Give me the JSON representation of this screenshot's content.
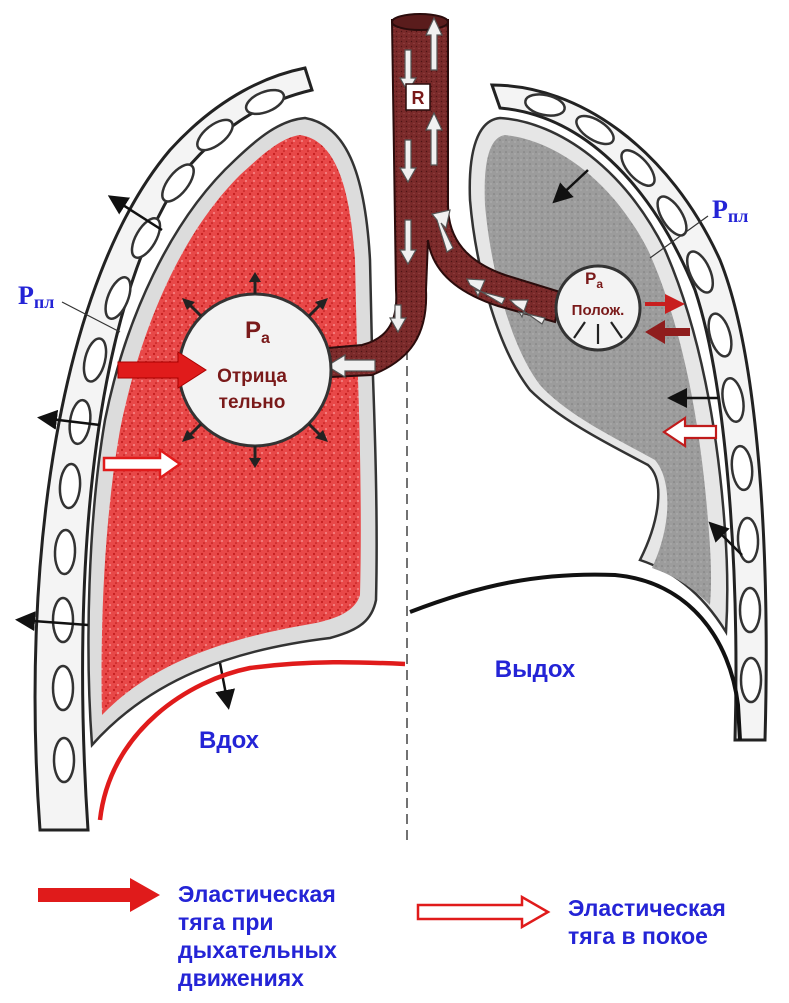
{
  "labels": {
    "pleural_pressure_left": "Р",
    "pleural_pressure_left_sub": "пл",
    "pleural_pressure_right": "Р",
    "pleural_pressure_right_sub": "пл",
    "alveolar_pressure_left": "Р",
    "alveolar_pressure_left_sub": "a",
    "alveolar_negative_line1": "Отрица",
    "alveolar_negative_line2": "тельно",
    "alveolar_pressure_right": "Р",
    "alveolar_pressure_right_sub": "a",
    "alveolar_positive": "Полож.",
    "airway_resistance": "R",
    "inhale": "Вдох",
    "exhale": "Выдох"
  },
  "legend": {
    "solid_arrow_line1": "Эластическая",
    "solid_arrow_line2": "тяга при",
    "solid_arrow_line3": "дыхательных",
    "solid_arrow_line4": "движениях",
    "hollow_arrow_line1": "Эластическая",
    "hollow_arrow_line2": "тяга в покое"
  },
  "colors": {
    "inhale_lung": "#e23a3a",
    "exhale_lung": "#9a9a9a",
    "airway": "#6e2424",
    "label_blue": "#2424d6",
    "diaphragm_inhale": "#e01b1b"
  }
}
